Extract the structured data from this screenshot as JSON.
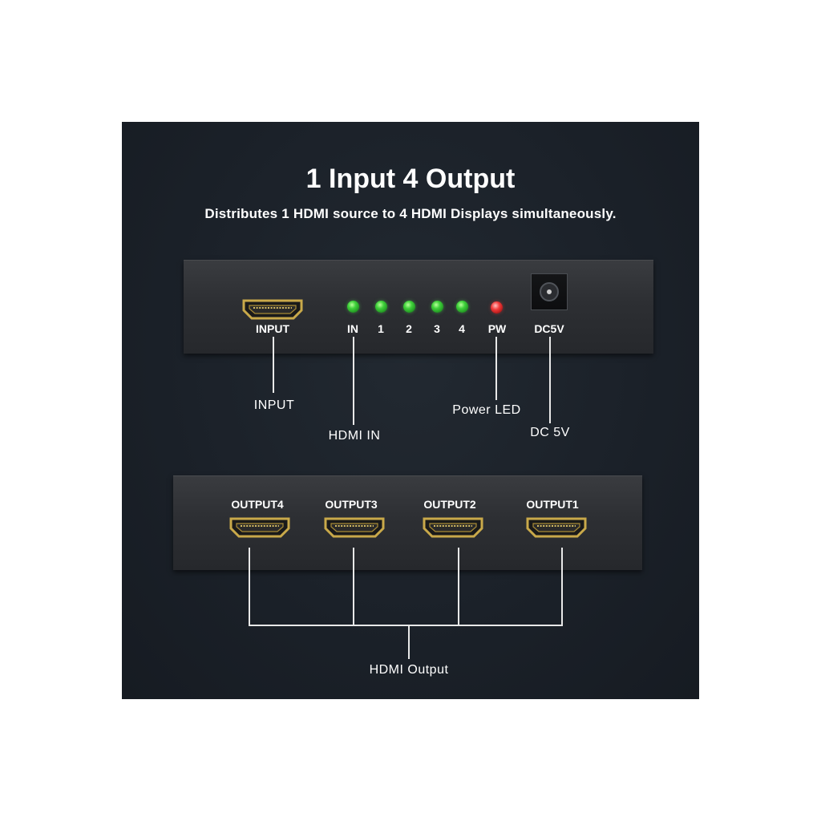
{
  "heading": {
    "title": "1 Input 4 Output",
    "subtitle": "Distributes 1 HDMI source to 4 HDMI Displays simultaneously."
  },
  "front_panel": {
    "input_label": "INPUT",
    "leds": [
      {
        "label": "IN",
        "color": "#3fd13a"
      },
      {
        "label": "1",
        "color": "#3fd13a"
      },
      {
        "label": "2",
        "color": "#3fd13a"
      },
      {
        "label": "3",
        "color": "#3fd13a"
      },
      {
        "label": "4",
        "color": "#3fd13a"
      },
      {
        "label": "PW",
        "color": "#f23a3a"
      }
    ],
    "dc_label": "DC5V"
  },
  "back_panel": {
    "outputs": [
      "OUTPUT4",
      "OUTPUT3",
      "OUTPUT2",
      "OUTPUT1"
    ]
  },
  "callouts": {
    "input": "INPUT",
    "hdmi_in": "HDMI IN",
    "power_led": "Power LED",
    "dc_5v": "DC 5V",
    "hdmi_output": "HDMI Output"
  },
  "colors": {
    "background": "#1b2129",
    "panel": "#2f3135",
    "port_gold": "#c9a94a",
    "led_green": "#3fd13a",
    "led_red": "#f23a3a"
  },
  "icons": {
    "hdmi_port": "hdmi-port-icon",
    "dc_jack": "dc-jack-icon"
  }
}
